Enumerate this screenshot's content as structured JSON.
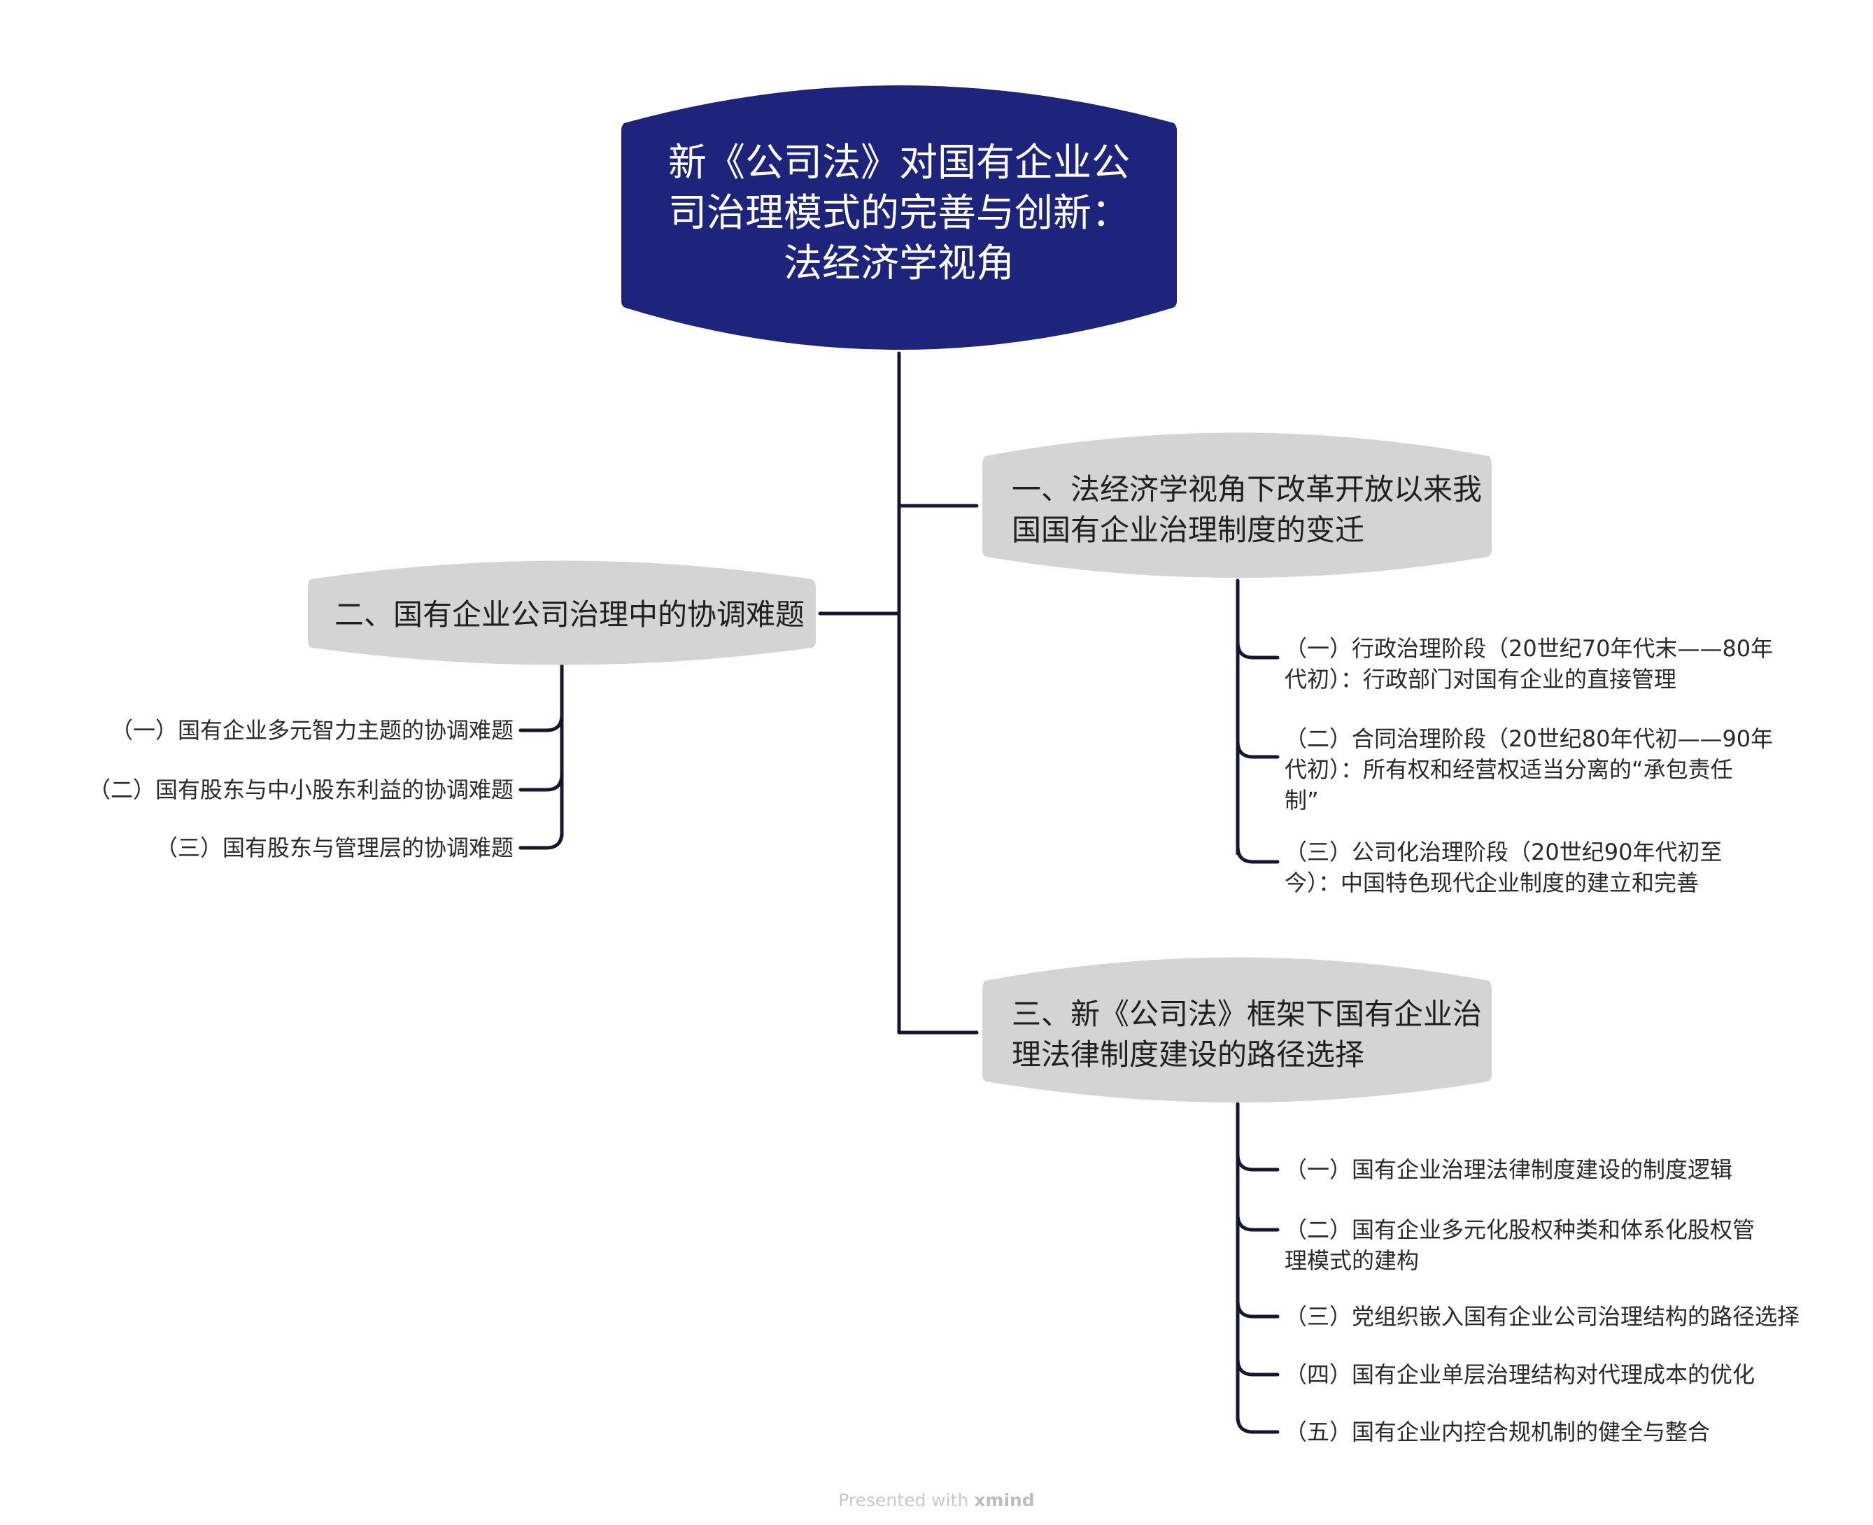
{
  "root": {
    "title": "新《公司法》对国有企业公\n司治理模式的完善与创新：\n法经济学视角"
  },
  "branches": [
    {
      "label": "一、法经济学视角下改革开放以来我\n国国有企业治理制度的变迁",
      "children": [
        "（一）行政治理阶段（20世纪70年代末——80年\n代初）：行政部门对国有企业的直接管理",
        "（二）合同治理阶段（20世纪80年代初——90年\n代初）：所有权和经营权适当分离的“承包责任\n制”",
        "（三）公司化治理阶段（20世纪90年代初至\n今）：中国特色现代企业制度的建立和完善"
      ]
    },
    {
      "label": "二、国有企业公司治理中的协调难题",
      "children": [
        "（一）国有企业多元智力主题的协调难题",
        "（二）国有股东与中小股东利益的协调难题",
        "（三）国有股东与管理层的协调难题"
      ]
    },
    {
      "label": "三、新《公司法》框架下国有企业治\n理法律制度建设的路径选择",
      "children": [
        "（一）国有企业治理法律制度建设的制度逻辑",
        "（二）国有企业多元化股权种类和体系化股权管\n理模式的建构",
        "（三）党组织嵌入国有企业公司治理结构的路径选择",
        "（四）国有企业单层治理结构对代理成本的优化",
        "（五）国有企业内控合规机制的健全与整合"
      ]
    }
  ],
  "footer": {
    "prefix": "Presented with ",
    "brand": "xmind"
  },
  "colors": {
    "root_fill": "#1e237b",
    "branch_fill": "#d4d4d4",
    "connector": "#141633",
    "background": "#ffffff"
  }
}
